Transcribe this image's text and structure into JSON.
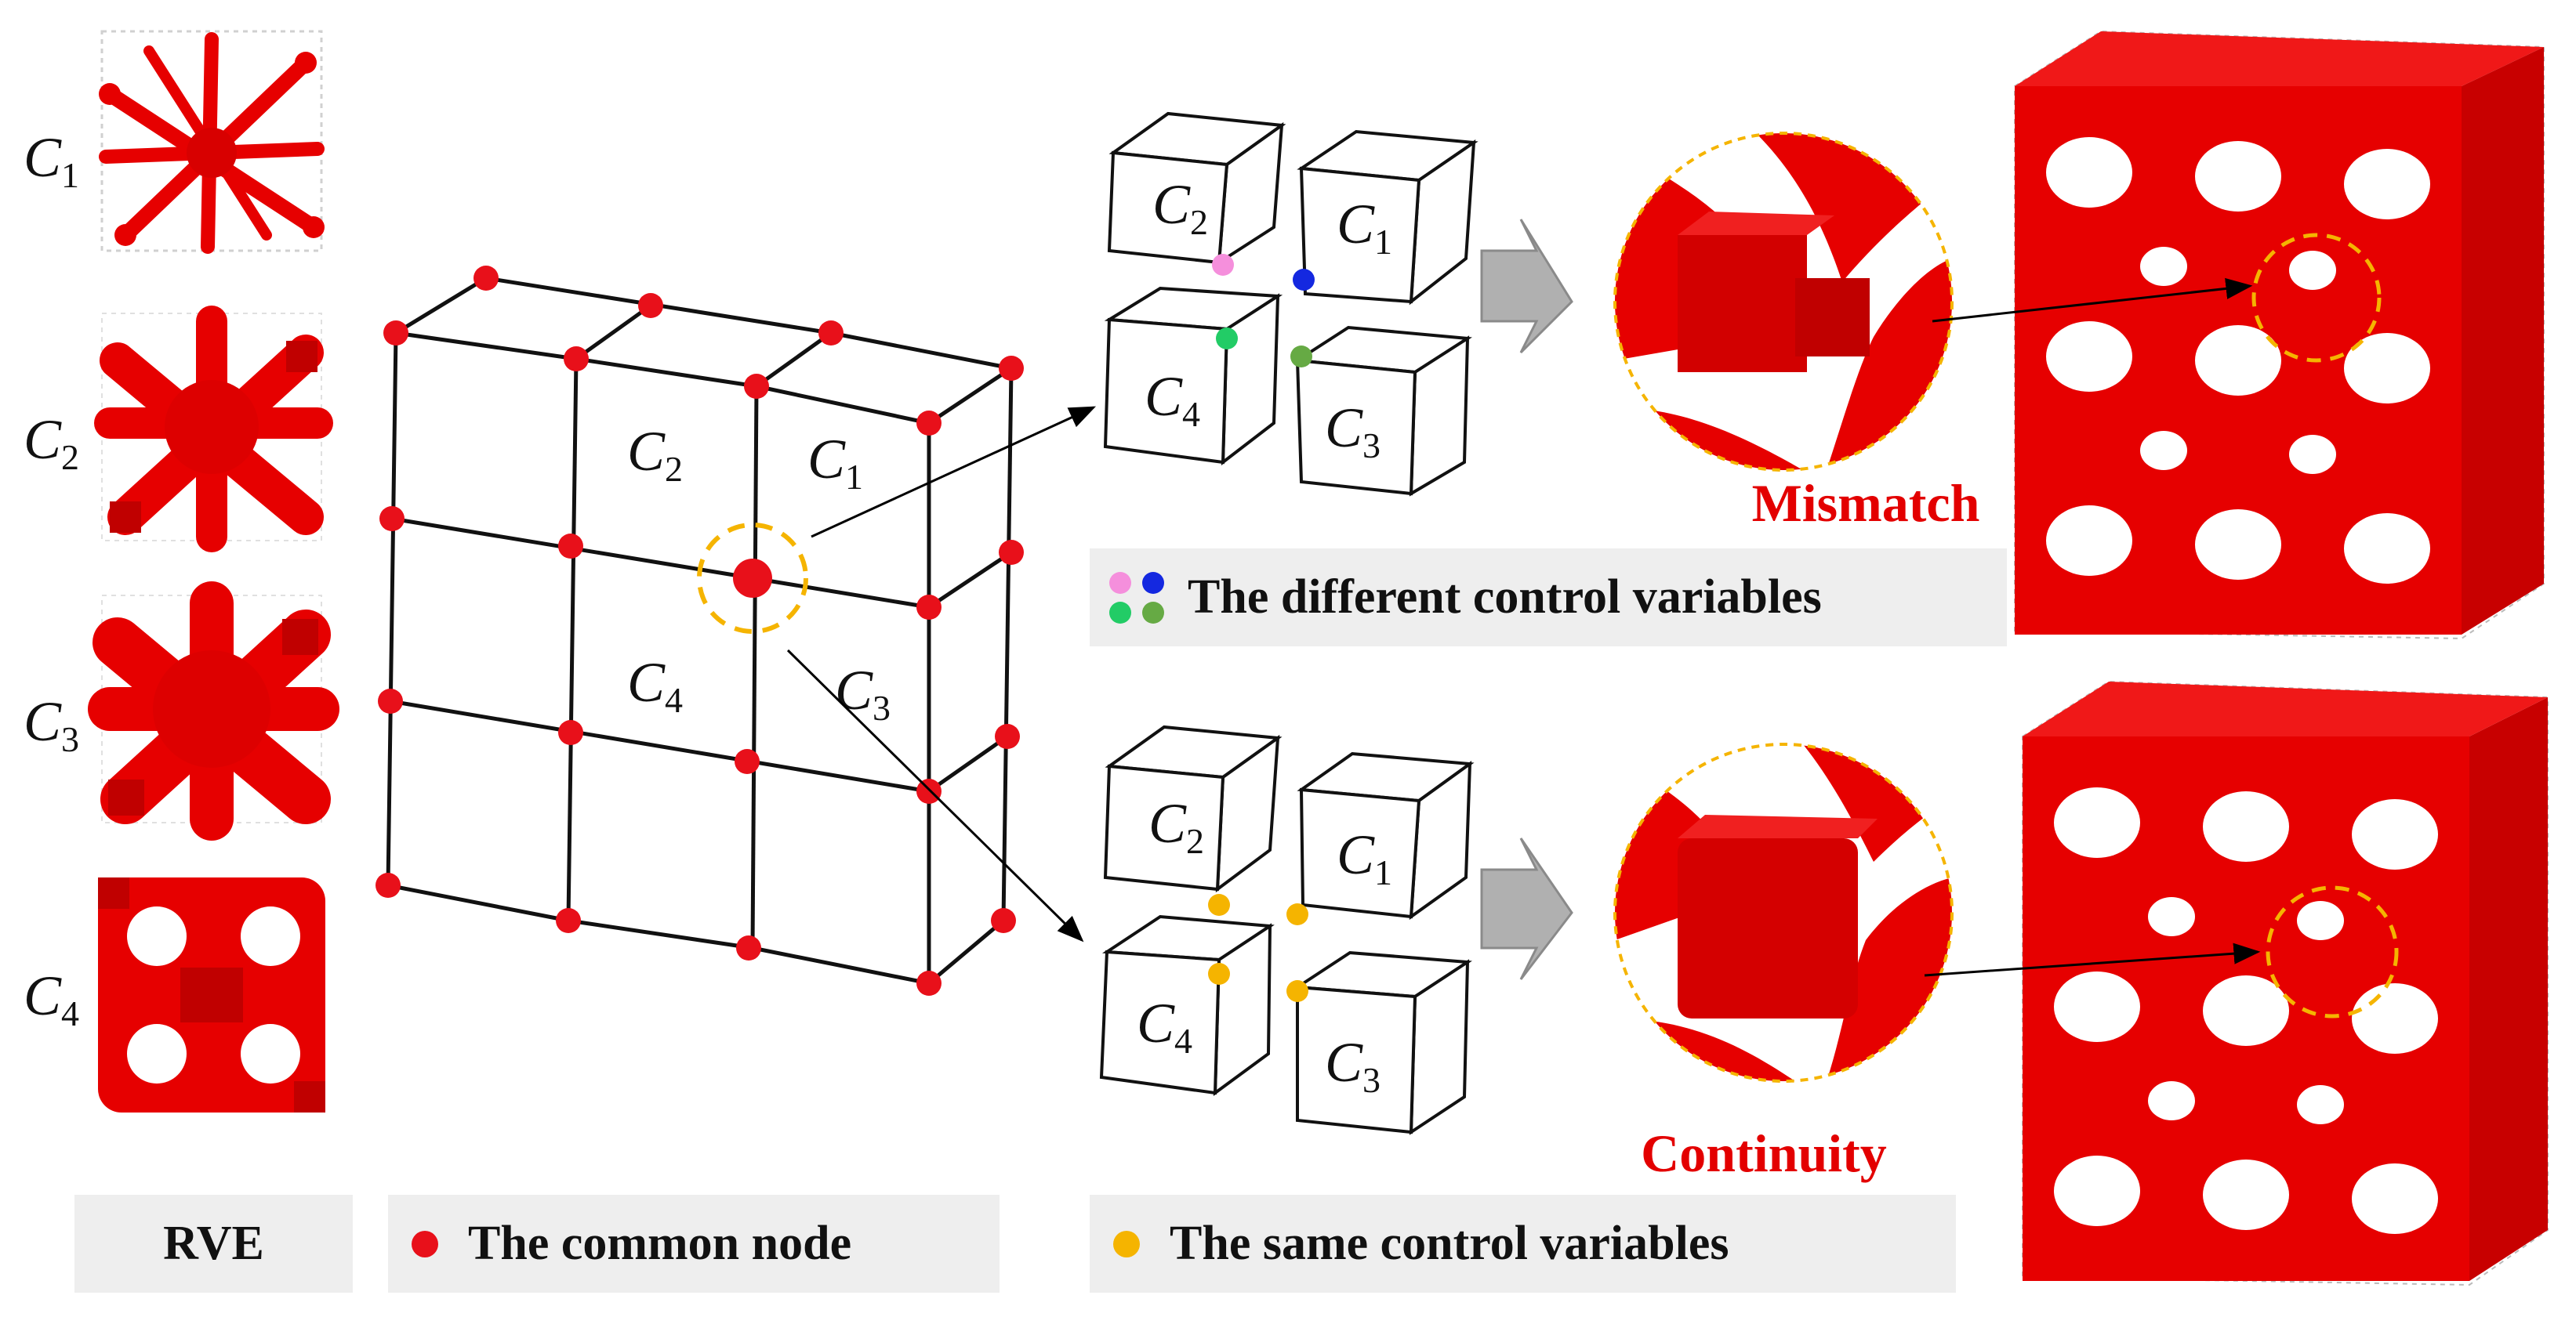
{
  "rve_labels": [
    {
      "base": "C",
      "sub": "1"
    },
    {
      "base": "C",
      "sub": "2"
    },
    {
      "base": "C",
      "sub": "3"
    },
    {
      "base": "C",
      "sub": "4"
    }
  ],
  "grid_labels": [
    {
      "base": "C",
      "sub": "2"
    },
    {
      "base": "C",
      "sub": "1"
    },
    {
      "base": "C",
      "sub": "4"
    },
    {
      "base": "C",
      "sub": "3"
    }
  ],
  "cube_labels": [
    {
      "base": "C",
      "sub": "2"
    },
    {
      "base": "C",
      "sub": "1"
    },
    {
      "base": "C",
      "sub": "4"
    },
    {
      "base": "C",
      "sub": "3"
    }
  ],
  "result_labels": {
    "mismatch": "Mismatch",
    "continuity": "Continuity"
  },
  "captions": {
    "rve": "RVE",
    "common_node": "The common node",
    "different_vars": "The different control variables",
    "same_vars": "The same control variables"
  },
  "colors": {
    "node": "#e8101a",
    "lattice": "#e60000",
    "highlight_ring": "#f5b400",
    "different_vars": [
      "#f58fdc",
      "#1428e0",
      "#22cc66",
      "#66aa44"
    ],
    "same_var": "#f5b400",
    "arrow": "#9a9a9a"
  }
}
